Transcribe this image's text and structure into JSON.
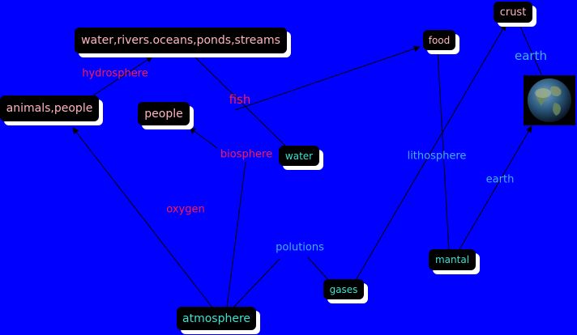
{
  "colors": {
    "background": "#0000ff",
    "node_fill": "#000000",
    "node_shadow": "#ffffff",
    "node_text_pink": "#ffb6c1",
    "node_text_cyan": "#40e0d0",
    "label_red": "#ff1a4a",
    "label_blue": "#3fb0ff",
    "edge": "#000000"
  },
  "nodes": {
    "water_bodies": "water,rivers.oceans,ponds,streams",
    "animals_people": "animals,people",
    "people": "people",
    "water": "water",
    "food": "food",
    "crust": "crust",
    "mantal": "mantal",
    "gases": "gases",
    "atmosphere": "atmosphere"
  },
  "labels": {
    "hydrosphere": "hydrosphere",
    "fish": "fish",
    "biosphere": "biosphere",
    "oxygen": "oxygen",
    "lithosphere": "lithosphere",
    "earth_top": "earth",
    "earth_mid": "earth",
    "polutions": "polutions"
  },
  "icons": {
    "earth_image": "earth-globe-icon"
  }
}
